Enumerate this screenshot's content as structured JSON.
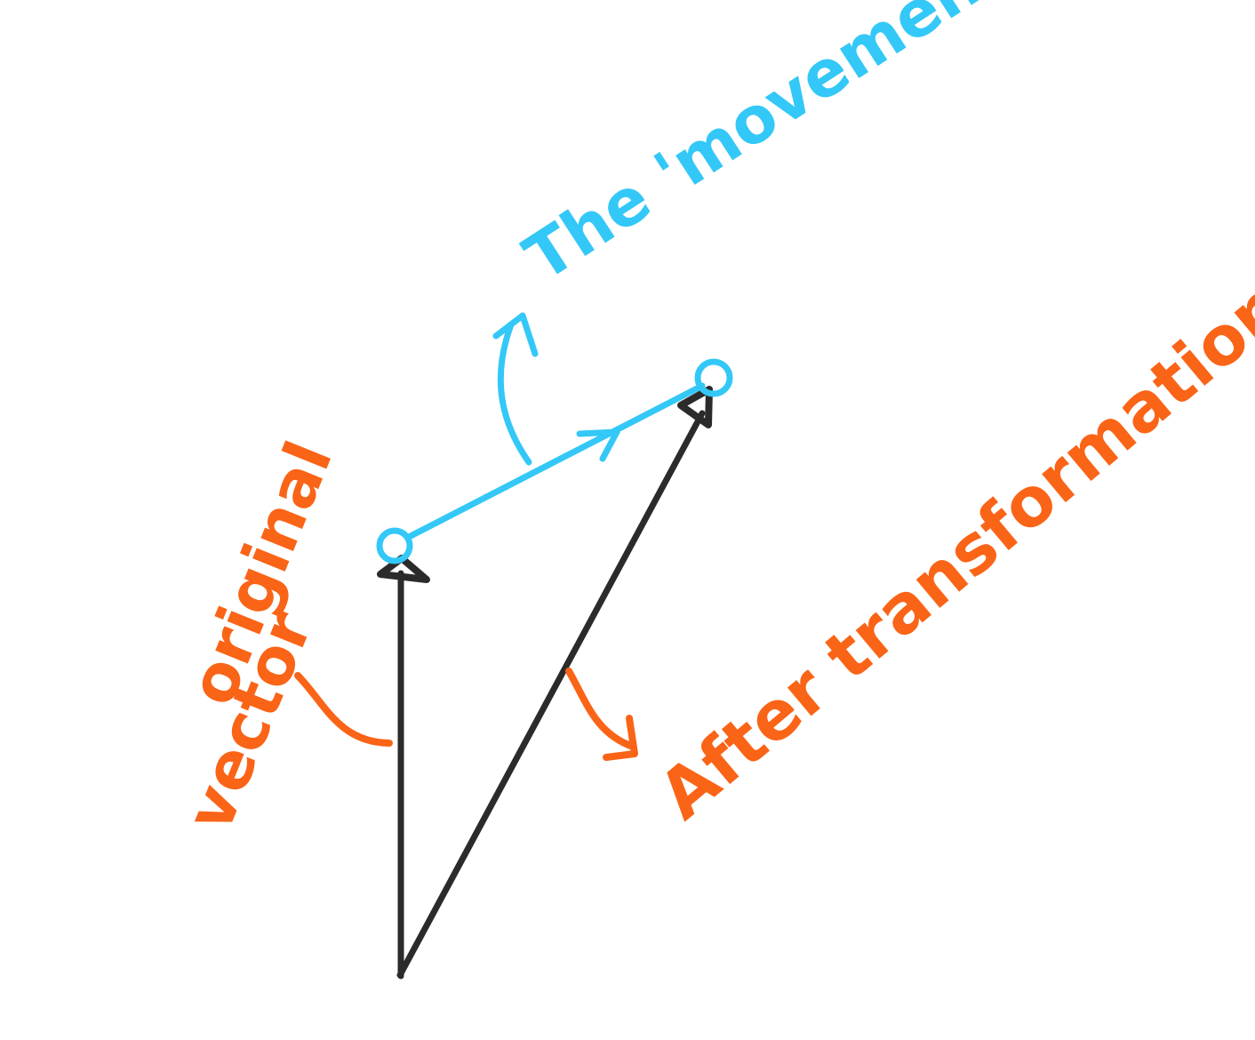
{
  "colors": {
    "background": "#ffffff",
    "vector_ink": "#2b2b2b",
    "movement_ink": "#33c8f7",
    "label_ink": "#fa6417"
  },
  "labels": {
    "movement": "The 'movement'",
    "original_line1": "original",
    "original_line2": "vector",
    "after": "After transformation"
  }
}
